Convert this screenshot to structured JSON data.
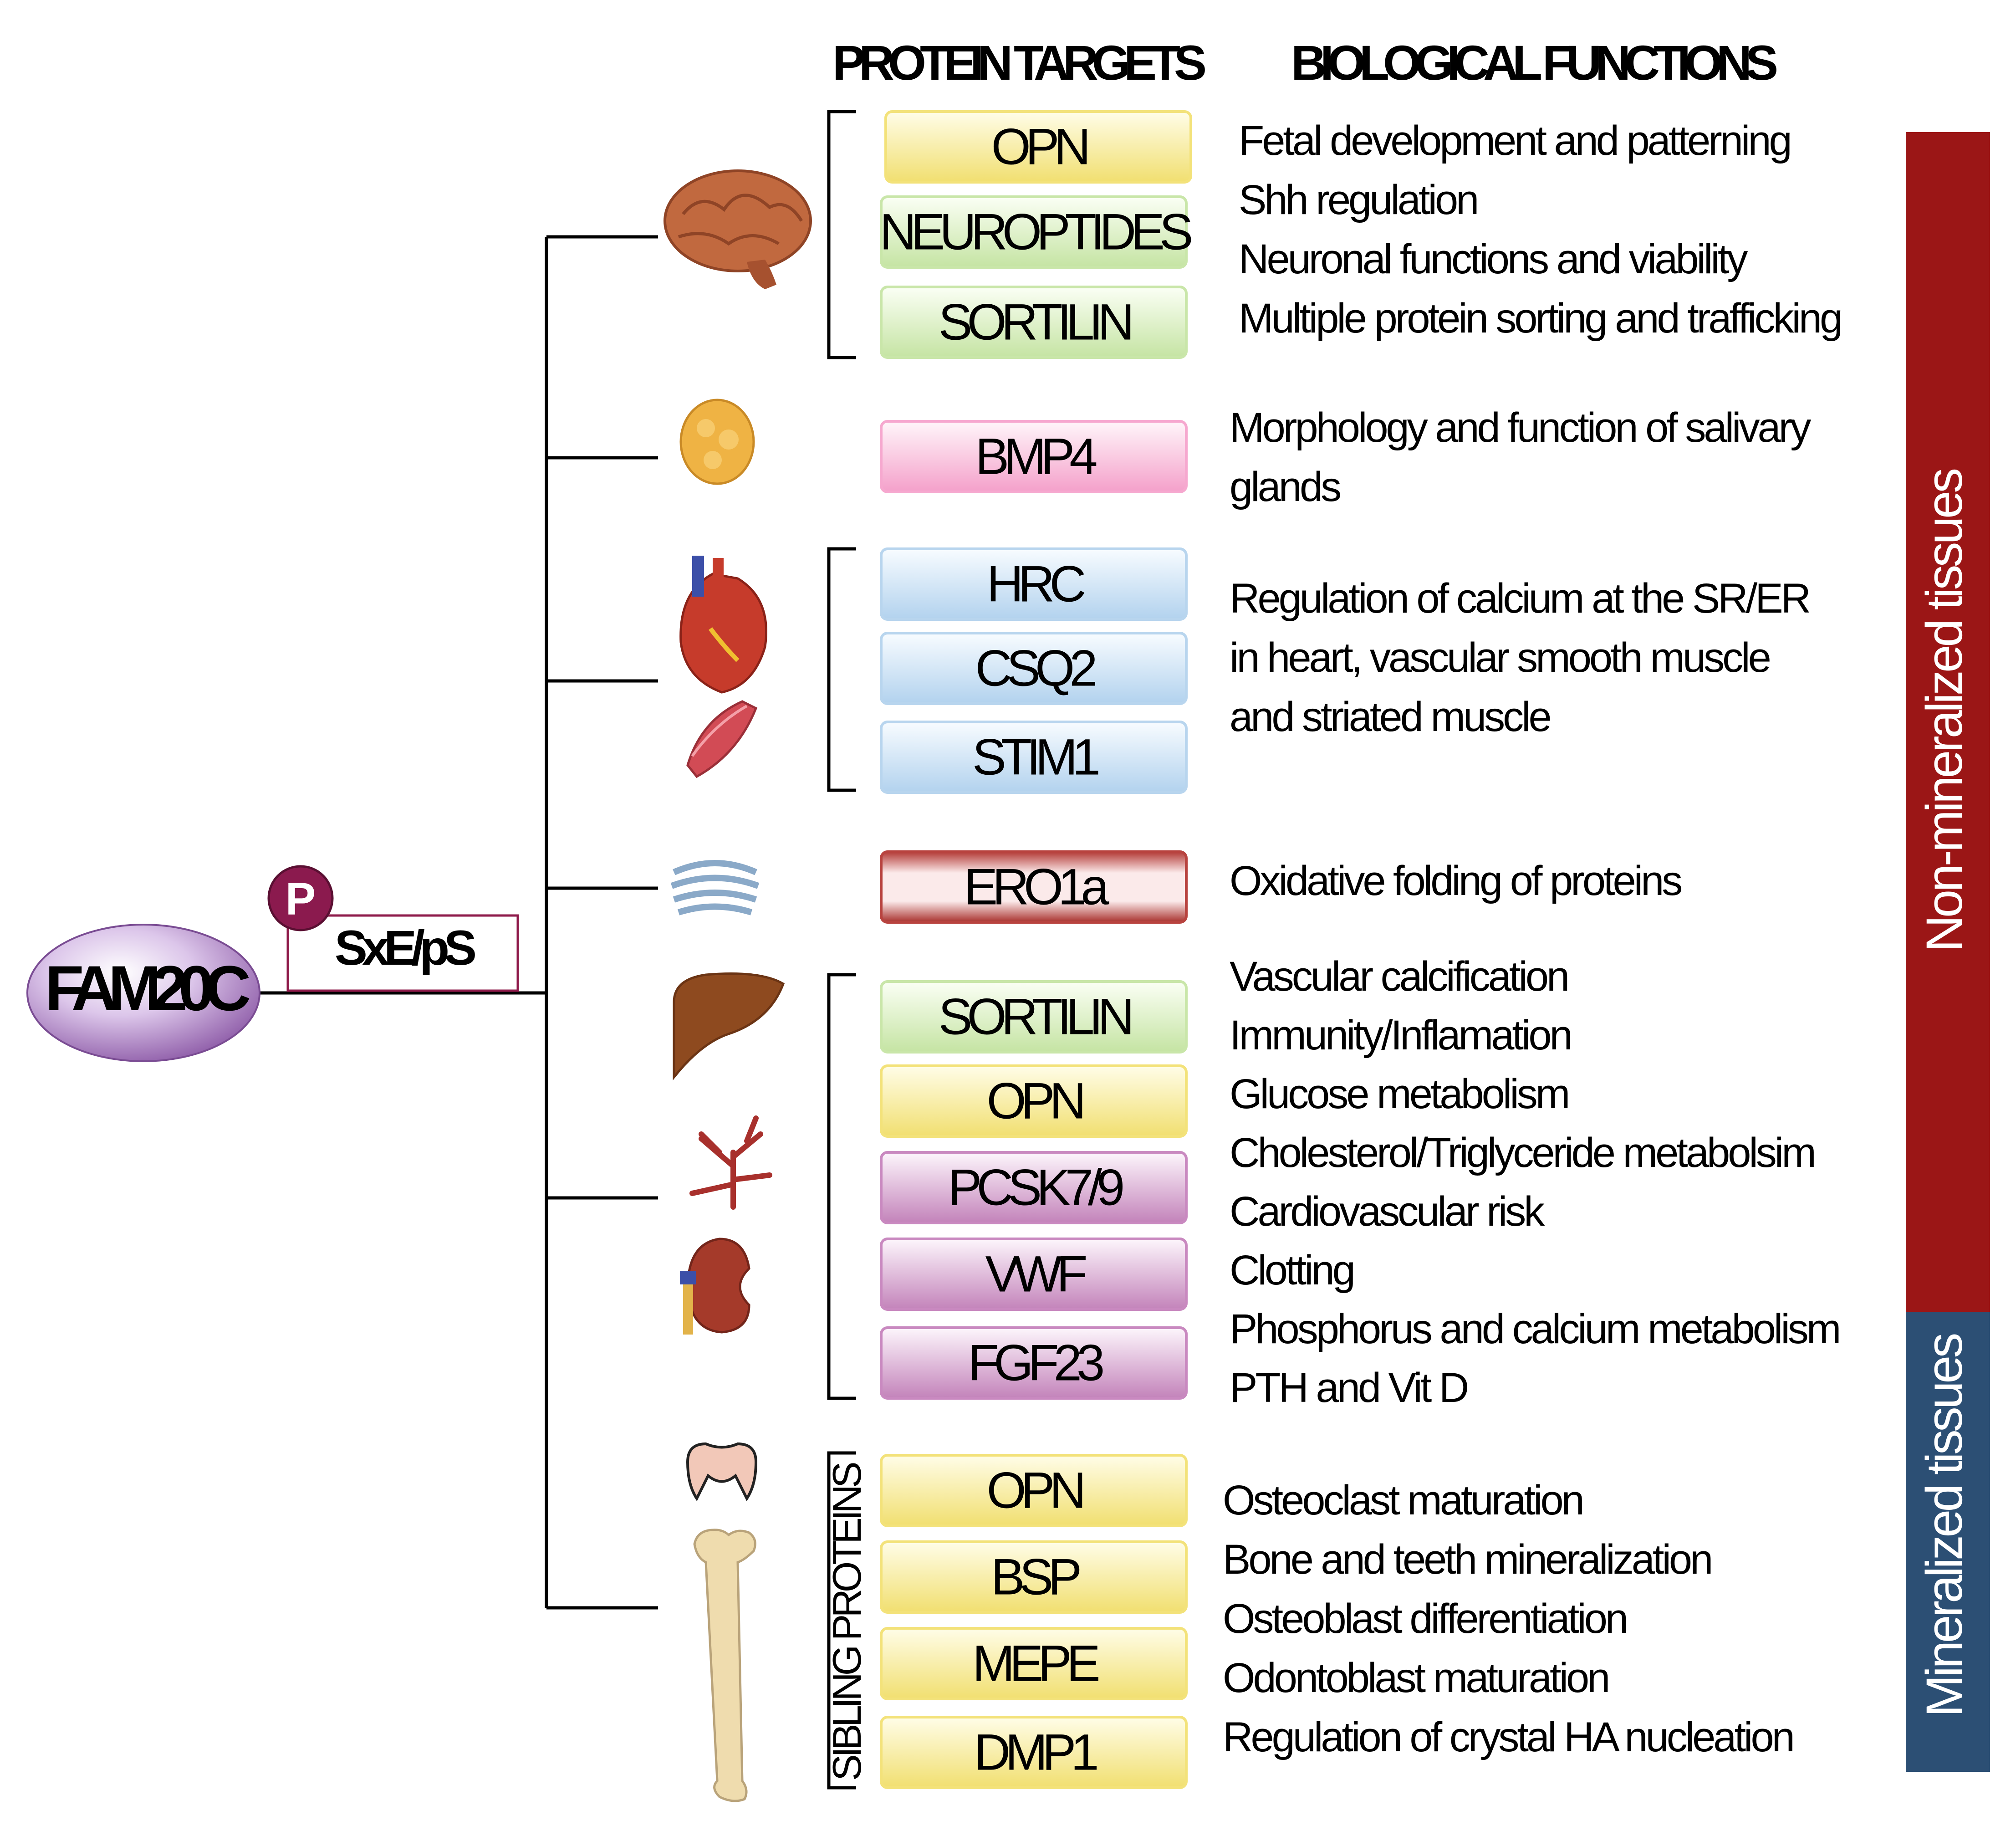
{
  "root": {
    "label": "FAM20C",
    "motif": "SxE/pS",
    "phospho_badge": "P"
  },
  "headers": {
    "protein_targets": "PROTEIN TARGETS",
    "biological_functions": "BIOLOGICAL FUNCTIONS"
  },
  "side_bars": [
    {
      "label": "Non-mineralized tissues",
      "color": "#9b1616"
    },
    {
      "label": "Mineralized tissues",
      "color": "#2c4f74"
    }
  ],
  "bracket_label": "SIBLING PROTEINS",
  "groups": [
    {
      "icons": [
        "brain-icon"
      ],
      "proteins": [
        {
          "label": "OPN",
          "color": "yellow"
        },
        {
          "label": "NEUROPTIDES",
          "color": "green"
        },
        {
          "label": "SORTILIN",
          "color": "green"
        }
      ],
      "functions": [
        "Fetal development and patterning",
        "Shh regulation",
        "Neuronal functions and viability",
        "Multiple protein sorting and trafficking"
      ]
    },
    {
      "icons": [
        "salivary-gland-icon"
      ],
      "proteins": [
        {
          "label": "BMP4",
          "color": "pink"
        }
      ],
      "functions": [
        "Morphology and function of salivary",
        "glands"
      ]
    },
    {
      "icons": [
        "heart-icon",
        "muscle-icon"
      ],
      "proteins": [
        {
          "label": "HRC",
          "color": "blue"
        },
        {
          "label": "CSQ2",
          "color": "blue"
        },
        {
          "label": "STIM1",
          "color": "blue"
        }
      ],
      "functions": [
        "Regulation of calcium at the SR/ER",
        "in heart, vascular smooth muscle",
        "and striated muscle"
      ]
    },
    {
      "icons": [
        "golgi-icon"
      ],
      "proteins": [
        {
          "label": "ERO1a",
          "color": "red"
        }
      ],
      "functions": [
        "Oxidative folding of proteins"
      ]
    },
    {
      "icons": [
        "liver-icon",
        "vessel-icon",
        "kidney-icon"
      ],
      "proteins": [
        {
          "label": "SORTILIN",
          "color": "green"
        },
        {
          "label": "OPN",
          "color": "yellow"
        },
        {
          "label": "PCSK7/9",
          "color": "purple"
        },
        {
          "label": "VWF",
          "color": "purple"
        },
        {
          "label": "FGF23",
          "color": "purple"
        }
      ],
      "functions": [
        "Vascular calcification",
        "Immunity/Inflamation",
        "Glucose metabolism",
        "Cholesterol/Triglyceride metabolsim",
        "Cardiovascular risk",
        "Clotting",
        "Phosphorus and calcium metabolism",
        "PTH and Vit D"
      ]
    },
    {
      "icons": [
        "tooth-icon",
        "bone-icon"
      ],
      "proteins": [
        {
          "label": "OPN",
          "color": "yellow"
        },
        {
          "label": "BSP",
          "color": "yellow"
        },
        {
          "label": "MEPE",
          "color": "yellow"
        },
        {
          "label": "DMP1",
          "color": "yellow"
        }
      ],
      "functions": [
        "Osteoclast maturation",
        "Bone and teeth mineralization",
        "Osteoblast differentiation",
        "Odontoblast maturation",
        "Regulation of crystal HA nucleation"
      ]
    }
  ],
  "box_colors": {
    "yellow": [
      "#fffbd6",
      "#f3e27a"
    ],
    "green": [
      "#f4fbe9",
      "#c9e6a9"
    ],
    "pink": [
      "#fff0f7",
      "#f6a8cf"
    ],
    "blue": [
      "#f1f8ff",
      "#b8d5ee"
    ],
    "red": [
      "#fbeaea",
      "#b8433f"
    ],
    "purple": [
      "#fbf0f9",
      "#c989c0"
    ]
  }
}
